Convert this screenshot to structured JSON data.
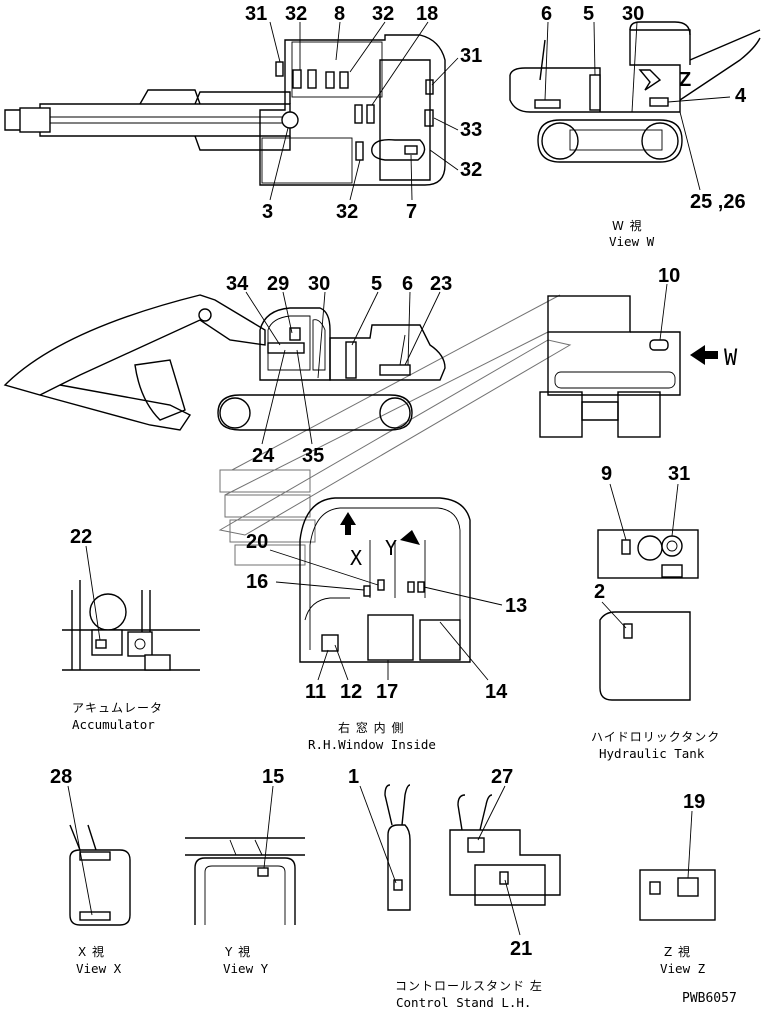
{
  "drawing_code": "PWB6057",
  "views": {
    "top": {
      "callouts": [
        "31",
        "32",
        "8",
        "32",
        "18",
        "31",
        "33",
        "32",
        "7",
        "32",
        "3"
      ]
    },
    "view_w": {
      "callouts": [
        "6",
        "5",
        "30",
        "4",
        "25 ,26"
      ],
      "caption_jp": "W 視",
      "caption_en": "View W"
    },
    "side": {
      "callouts": [
        "34",
        "29",
        "30",
        "5",
        "6",
        "23",
        "24",
        "35"
      ]
    },
    "front": {
      "callouts": [
        "10"
      ],
      "arrow_label": "W"
    },
    "accumulator": {
      "callouts": [
        "22"
      ],
      "caption_jp": "アキュムレータ",
      "caption_en": "Accumulator"
    },
    "rh_window": {
      "callouts": [
        "20",
        "16",
        "13",
        "11",
        "12",
        "17",
        "14"
      ],
      "marker_x": "X",
      "marker_y": "Y",
      "caption_jp": "右 窓 内 側",
      "caption_en": "R.H.Window Inside"
    },
    "hydraulic_tank": {
      "callouts": [
        "9",
        "31",
        "2"
      ],
      "caption_jp": "ハイドロリックタンク",
      "caption_en": "Hydraulic Tank"
    },
    "view_x": {
      "callouts": [
        "28"
      ],
      "caption_jp": "X 視",
      "caption_en": "View X"
    },
    "view_y": {
      "callouts": [
        "15"
      ],
      "caption_jp": "Y 視",
      "caption_en": "View Y"
    },
    "control_stand": {
      "callouts": [
        "1",
        "27",
        "21"
      ],
      "caption_jp": "コントロールスタンド 左",
      "caption_en": "Control Stand L.H."
    },
    "view_z": {
      "callouts": [
        "19"
      ],
      "caption_jp": "Z 視",
      "caption_en": "View Z"
    },
    "top_marker_z": "Z"
  }
}
